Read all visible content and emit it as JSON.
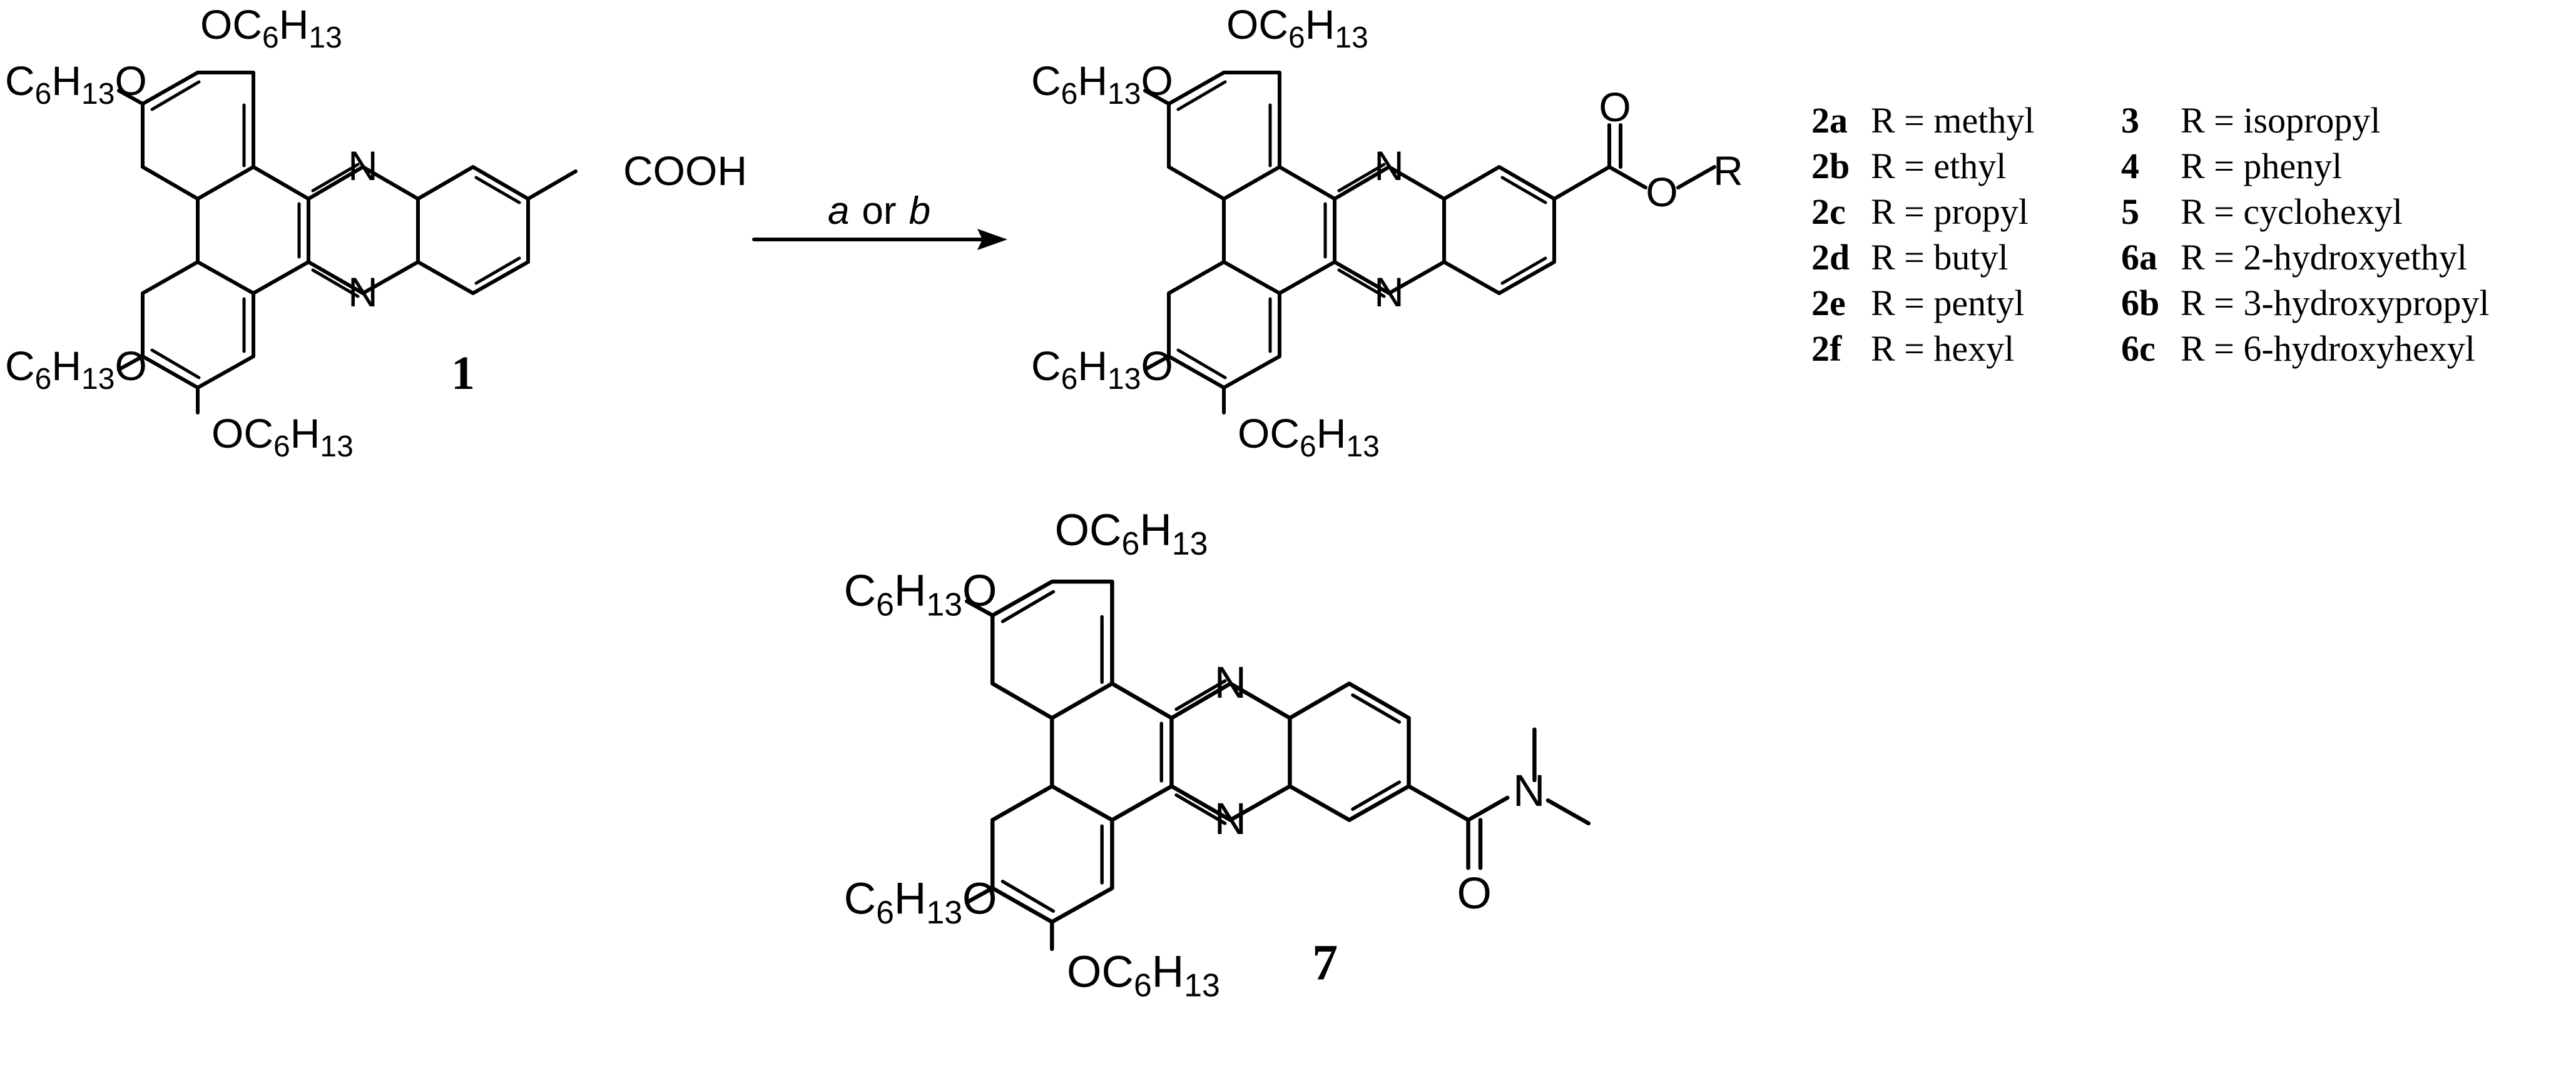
{
  "atoms": {
    "N": "N",
    "O": "O",
    "cooh": "COOH",
    "alkoxy_O": "O",
    "alkoxy_C": "C",
    "alkoxy_6": "6",
    "alkoxy_H": "H",
    "alkoxy_13": "13",
    "R": "R"
  },
  "compounds": {
    "acid": "1",
    "amide": "7"
  },
  "reaction": {
    "cond_a": "a",
    "cond_or": "or",
    "cond_b": "b"
  },
  "legend_col1": [
    {
      "id": "2a",
      "text": "R = methyl"
    },
    {
      "id": "2b",
      "text": "R = ethyl"
    },
    {
      "id": "2c",
      "text": "R = propyl"
    },
    {
      "id": "2d",
      "text": "R = butyl"
    },
    {
      "id": "2e",
      "text": "R = pentyl"
    },
    {
      "id": "2f",
      "text": "R = hexyl"
    }
  ],
  "legend_col2": [
    {
      "id": "3",
      "text": "R = isopropyl"
    },
    {
      "id": "4",
      "text": "R = phenyl"
    },
    {
      "id": "5",
      "text": "R = cyclohexyl"
    },
    {
      "id": "6a",
      "text": "R = 2-hydroxyethyl"
    },
    {
      "id": "6b",
      "text": "R = 3-hydroxypropyl"
    },
    {
      "id": "6c",
      "text": "R = 6-hydroxyhexyl"
    }
  ],
  "colors": {
    "ink": "#000000",
    "background": "#ffffff"
  }
}
